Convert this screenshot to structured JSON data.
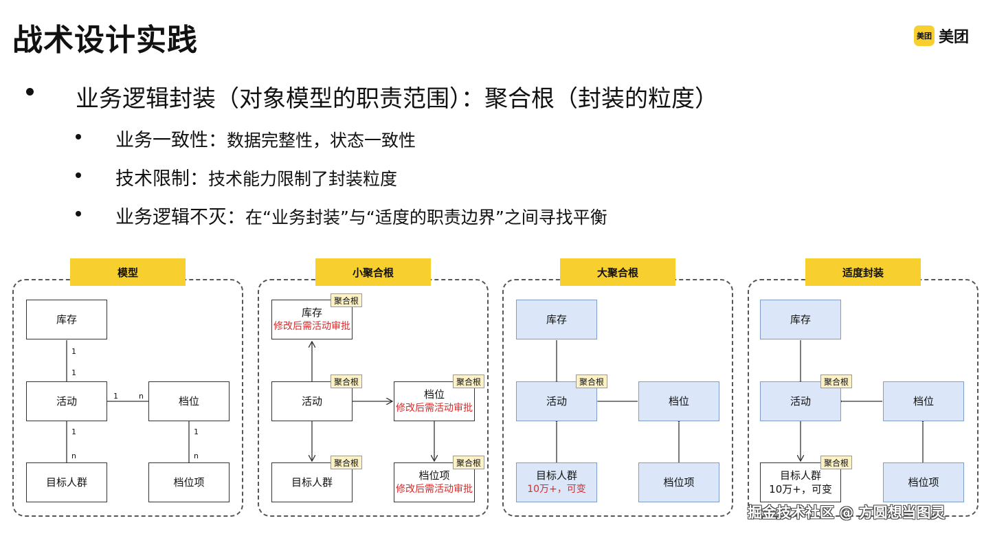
{
  "title": "战术设计实践",
  "logo": {
    "badge_text": "美团",
    "text": "美团"
  },
  "main_bullet": "业务逻辑封装（对象模型的职责范围）：聚合根（封装的粒度）",
  "sub_bullets": [
    {
      "key": "业务一致性：",
      "value": "数据完整性，状态一致性"
    },
    {
      "key": "技术限制：",
      "value": "技术能力限制了封装粒度"
    },
    {
      "key": "业务逻辑不灭：",
      "value": "在“业务封装”与“适度的职责边界”之间寻找平衡"
    }
  ],
  "panels": [
    {
      "tag": "模型",
      "nodes": {
        "inventory": "库存",
        "activity": "活动",
        "tier": "档位",
        "audience": "目标人群",
        "tier_item": "档位项"
      },
      "multiplicities": {
        "inv_top": "1",
        "inv_bottom": "1",
        "act_left": "1",
        "tier_right": "n",
        "act_down_top": "1",
        "act_down_bottom": "n",
        "tier_down_top": "1",
        "tier_down_bottom": "n"
      }
    },
    {
      "tag": "小聚合根",
      "nodes": {
        "inventory": "库存",
        "inventory_note": "修改后需活动审批",
        "activity": "活动",
        "tier": "档位",
        "tier_note": "修改后需活动审批",
        "audience": "目标人群",
        "tier_item": "档位项",
        "tier_item_note": "修改后需活动审批"
      },
      "badge": "聚合根"
    },
    {
      "tag": "大聚合根",
      "nodes": {
        "inventory": "库存",
        "activity": "活动",
        "tier": "档位",
        "audience": "目标人群",
        "audience_note": "10万+，可变",
        "tier_item": "档位项"
      },
      "badge": "聚合根"
    },
    {
      "tag": "适度封装",
      "nodes": {
        "inventory": "库存",
        "activity": "活动",
        "tier": "档位",
        "audience": "目标人群",
        "audience_note": "10万+，可变",
        "tier_item": "档位项"
      },
      "badge": "聚合根"
    }
  ],
  "watermark": "掘金技术社区 @ 方圆想当图灵"
}
